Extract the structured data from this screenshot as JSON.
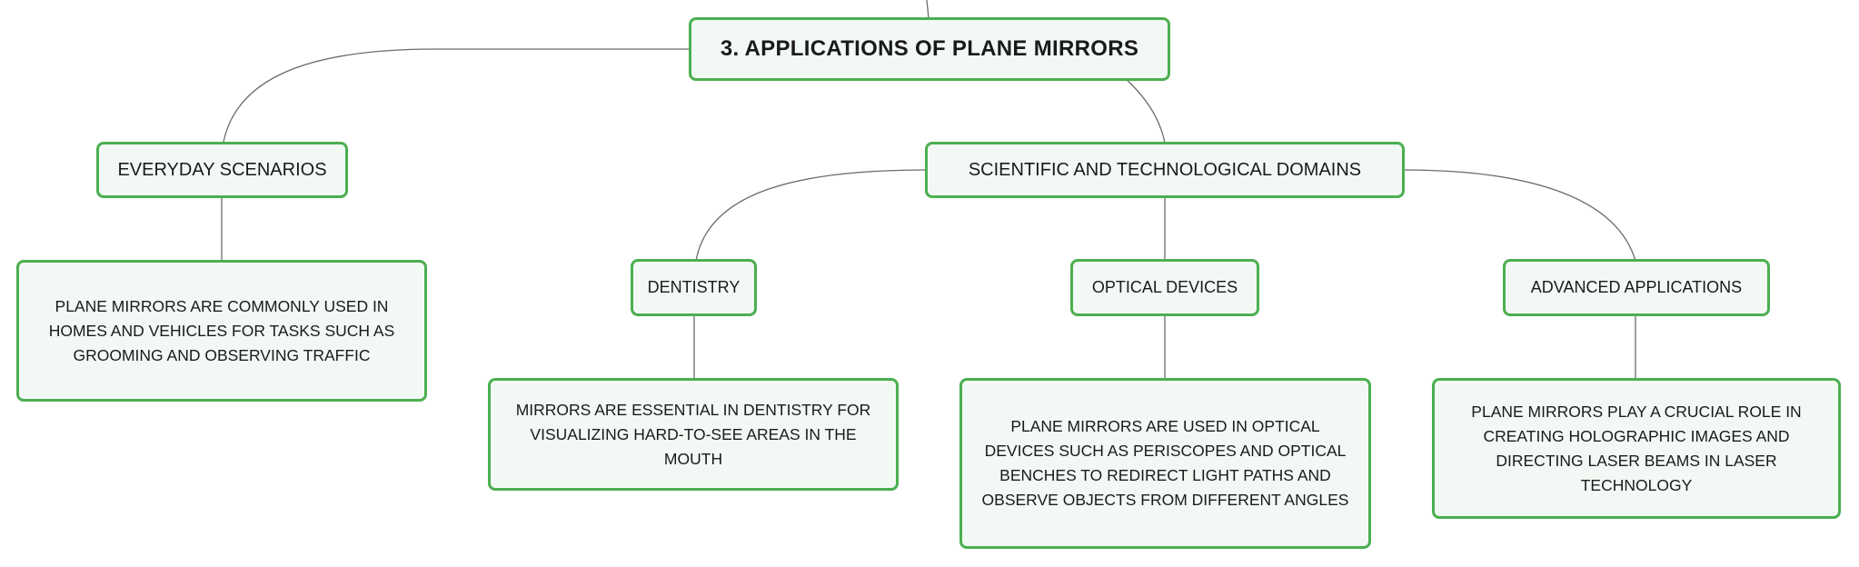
{
  "diagram": {
    "root": {
      "label": "3. APPLICATIONS OF PLANE MIRRORS"
    },
    "everyday": {
      "label": "EVERYDAY SCENARIOS",
      "description": "PLANE MIRRORS ARE COMMONLY USED IN HOMES AND VEHICLES FOR TASKS SUCH AS GROOMING AND OBSERVING TRAFFIC"
    },
    "scientific": {
      "label": "SCIENTIFIC AND TECHNOLOGICAL DOMAINS",
      "children": [
        {
          "label": "DENTISTRY",
          "description": "MIRRORS ARE ESSENTIAL IN DENTISTRY FOR VISUALIZING HARD-TO-SEE AREAS IN THE MOUTH"
        },
        {
          "label": "OPTICAL DEVICES",
          "description": "PLANE MIRRORS ARE USED IN OPTICAL DEVICES SUCH AS PERISCOPES AND OPTICAL BENCHES TO REDIRECT LIGHT PATHS AND OBSERVE OBJECTS FROM DIFFERENT ANGLES"
        },
        {
          "label": "ADVANCED APPLICATIONS",
          "description": "PLANE MIRRORS PLAY A CRUCIAL ROLE IN CREATING HOLOGRAPHIC IMAGES AND DIRECTING LASER BEAMS IN LASER TECHNOLOGY"
        }
      ]
    },
    "colors": {
      "node_border": "#4caf50",
      "node_fill": "#f2f9f4",
      "connector": "#6b6b6b",
      "text": "#1a1a1a"
    }
  }
}
